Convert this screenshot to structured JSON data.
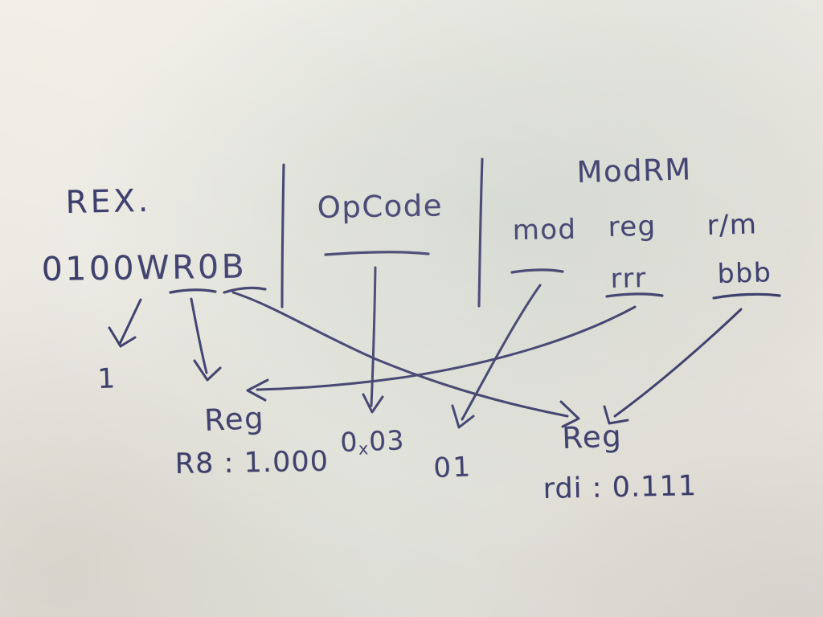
{
  "scene": {
    "surface": "whiteboard",
    "ink_color": "#3b3b6b",
    "board_color": "#e9e7de"
  },
  "fields": {
    "rex": {
      "label": "REX.",
      "bits": "0100WR0B"
    },
    "opcode": {
      "label": "OpCode"
    },
    "modrm": {
      "label": "ModRM",
      "columns": [
        {
          "label": "mod",
          "value": ""
        },
        {
          "label": "reg",
          "value": "rrr"
        },
        {
          "label": "r/m",
          "value": "bbb"
        }
      ]
    }
  },
  "annotations": {
    "w_bit": "1",
    "reg_left_label": "Reg",
    "reg_left_value": "R8 : 1.000",
    "opcode_byte": {
      "prefix": "0",
      "subscript": "x",
      "suffix": "03"
    },
    "mod_bits": "01",
    "reg_right_label": "Reg",
    "reg_right_value": "rdi : 0.111"
  }
}
